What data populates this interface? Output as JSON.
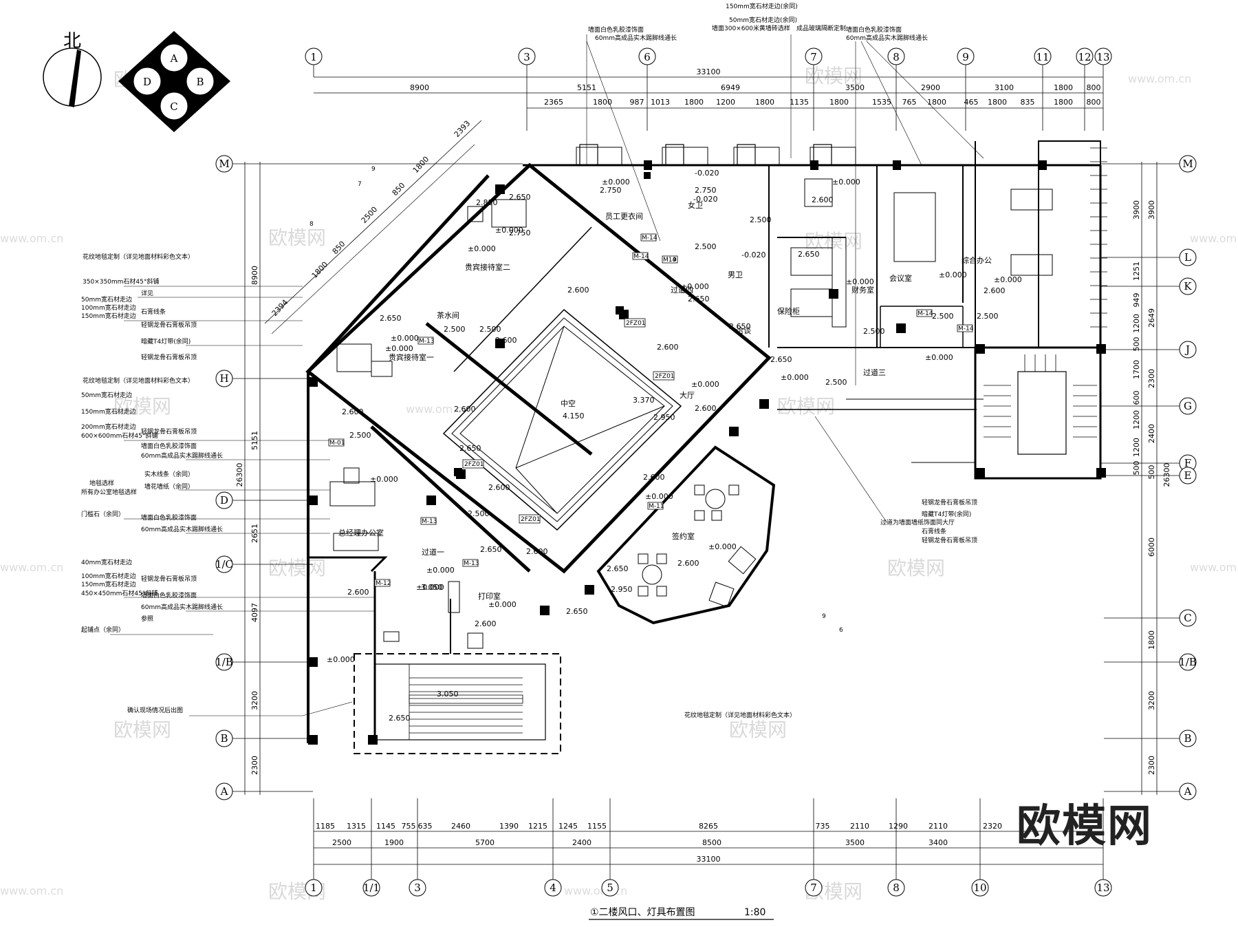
{
  "title": "①二楼风口、灯具布置图",
  "scale": "1:80",
  "north_label": "北",
  "compass": [
    "A",
    "B",
    "C",
    "D"
  ],
  "brand_watermark": "欧模网",
  "watermark_url": "www.om.cn",
  "axes": {
    "top": [
      "1",
      "3",
      "6",
      "7",
      "8",
      "9",
      "11",
      "12",
      "13"
    ],
    "bottom": [
      "1",
      "1/1",
      "3",
      "4",
      "5",
      "7",
      "8",
      "10",
      "13"
    ],
    "left": [
      "M",
      "H",
      "D",
      "1/C",
      "1/B",
      "B",
      "A"
    ],
    "right": [
      "M",
      "L",
      "K",
      "J",
      "G",
      "F",
      "E",
      "C",
      "1/B",
      "B",
      "A"
    ]
  },
  "dims": {
    "top_total": "33100",
    "top_row1": [
      "8900",
      "5151",
      "6949",
      "3500",
      "2900",
      "3100",
      "1800",
      "800"
    ],
    "top_row2": [
      "2365",
      "1800",
      "987",
      "1013",
      "1800",
      "1200",
      "1800",
      "1135",
      "1800",
      "1535",
      "765",
      "1800",
      "465",
      "1800",
      "835",
      "1800",
      "800"
    ],
    "bottom_total": "33100",
    "bottom_row1": [
      "1185",
      "1315",
      "1145",
      "755",
      "635",
      "2460",
      "1390",
      "1215",
      "1245",
      "1155",
      "8265",
      "735",
      "2110",
      "1290",
      "2110",
      "2320"
    ],
    "bottom_row2": [
      "2500",
      "1900",
      "5700",
      "2400",
      "8500",
      "3500",
      "3400"
    ],
    "left": [
      "8900",
      "5151",
      "26300",
      "2651",
      "4097",
      "3200",
      "2300"
    ],
    "right": [
      "3900",
      "3900",
      "1251",
      "949",
      "1200",
      "2649",
      "500",
      "1700",
      "2300",
      "600",
      "1200",
      "2400",
      "1200",
      "500",
      "500",
      "26300",
      "6000",
      "1800",
      "3200",
      "2300"
    ],
    "diag": [
      "2393",
      "1800",
      "850",
      "2500",
      "850",
      "1800",
      "2394"
    ]
  },
  "rooms": [
    "中空",
    "大厅",
    "员工更衣间",
    "女卫",
    "男卫",
    "过道四",
    "过道三",
    "过道一",
    "财务室",
    "会议室",
    "综合办公",
    "保险柜",
    "洽谈",
    "贵宾接待室二",
    "贵宾接待室一",
    "总经理办公室",
    "打印室",
    "签约室",
    "茶水间"
  ],
  "levels": [
    "±0.000",
    "2.600",
    "2.750",
    "2.500",
    "2.650",
    "3.370",
    "4.150",
    "2.950",
    "3.050",
    "-0.020",
    "2.850"
  ],
  "fixtures": [
    "2FZ01",
    "M-14",
    "M-13",
    "M-12",
    "M-01",
    "M-11",
    "M14"
  ],
  "notes_left": [
    "花纹地毯定制（详见地面材料彩色文本）",
    "350×350mm石材45°斜铺",
    "详见",
    "50mm宽石材走边",
    "100mm宽石材走边",
    "150mm宽石材走边",
    "石膏线条",
    "轻钢龙骨石膏板吊顶",
    "暗藏T4灯带(余同)",
    "轻钢龙骨石膏板吊顶",
    "花纹地毯定制（详见地面材料彩色文本）",
    "50mm宽石材走边",
    "150mm宽石材走边",
    "200mm宽石材走边",
    "600×600mm石材45°斜铺",
    "轻钢龙骨石膏板吊顶",
    "墙面白色乳胶漆饰面",
    "60mm高成品实木踢脚线通长",
    "实木线条（余同）",
    "地毯选样",
    "所有办公室地毯选样",
    "墙花墙纸（余同）",
    "门槛石（余同）",
    "墙面白色乳胶漆饰面",
    "60mm高成品实木踢脚线通长",
    "40mm宽石材走边",
    "100mm宽石材走边",
    "150mm宽石材走边",
    "450×450mm石材45°斜铺",
    "轻钢龙骨石膏板吊顶",
    "墙面白色乳胶漆饰面",
    "60mm高成品实木踢脚线通长",
    "参照",
    "起铺点（余同）"
  ],
  "notes_top": [
    "150mm宽石材走边(余同)",
    "墙面白色乳胶漆饰面",
    "60mm高成品实木踢脚线通长",
    "50mm宽石材走边(余同)",
    "墙面300×600米黄墙砖选样",
    "成品玻璃隔断定制",
    "墙面白色乳胶漆饰面",
    "60mm高成品实木踢脚线通长"
  ],
  "notes_right": [
    "轻钢龙骨石膏板吊顶",
    "暗藏T4灯带(余同)",
    "过道为墙面墙纸饰面同大厅",
    "石膏线条",
    "轻钢龙骨石膏板吊顶"
  ],
  "note_bottom": "花纹地毯定制（详见地面材料彩色文本）",
  "note_site": "确认现场情况后出图",
  "ref_marks": [
    "9",
    "7",
    "8",
    "9",
    "9",
    "6"
  ]
}
